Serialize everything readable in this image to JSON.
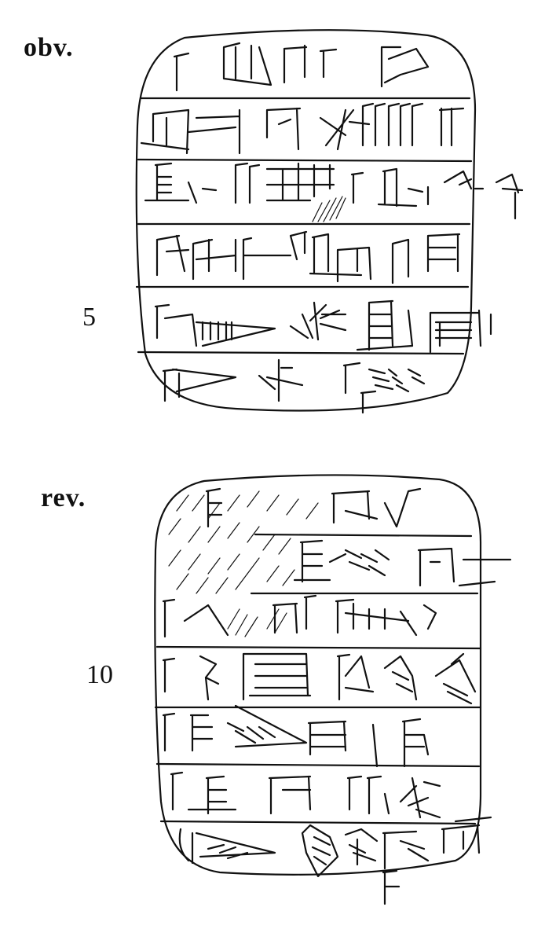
{
  "labels": {
    "obverse": "obv.",
    "reverse": "rev.",
    "line_5": "5",
    "line_10": "10"
  },
  "colors": {
    "ink": "#111111",
    "paper": "#ffffff"
  }
}
